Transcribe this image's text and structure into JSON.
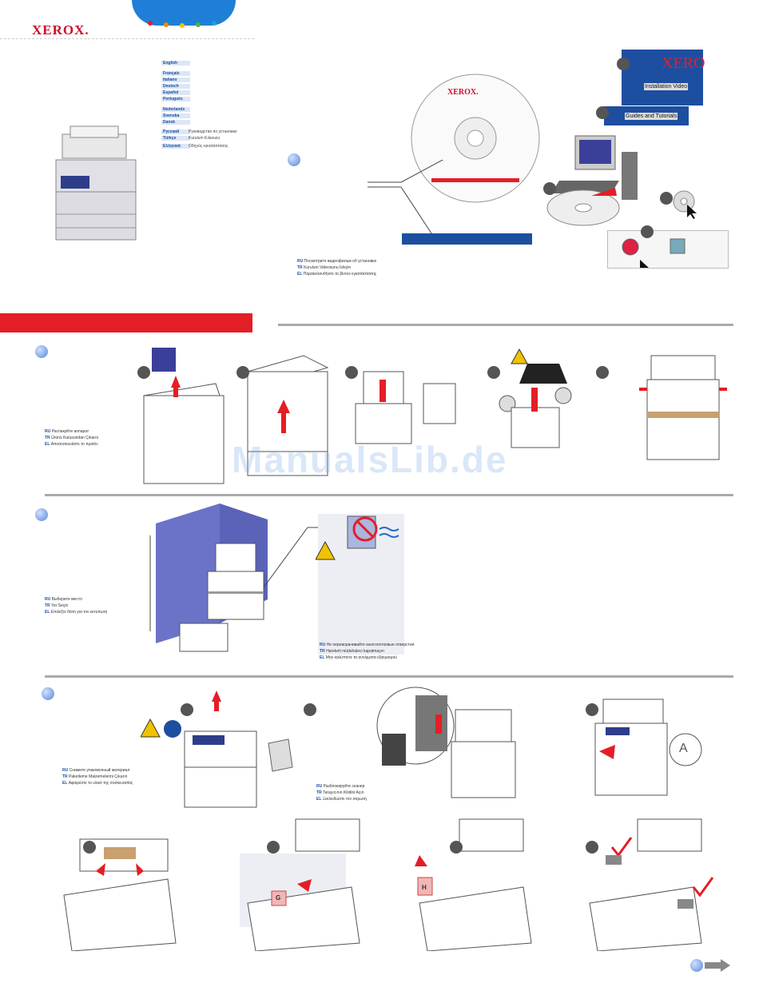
{
  "brand": {
    "logo": "XEROX.",
    "disc_logo": "XEROX.",
    "video_brand": "XERO"
  },
  "colors": {
    "accent_red": "#e41e26",
    "accent_blue": "#1f7fd6",
    "bar_blue": "#1e4ea0",
    "callout_bg": "#eceef4"
  },
  "languages": [
    {
      "name": "English",
      "text": ""
    },
    {
      "name": "Français",
      "text": ""
    },
    {
      "name": "Italiano",
      "text": ""
    },
    {
      "name": "Deutsch",
      "text": ""
    },
    {
      "name": "Español",
      "text": ""
    },
    {
      "name": "Português",
      "text": ""
    },
    {
      "name": "Nederlands",
      "text": ""
    },
    {
      "name": "Svenska",
      "text": ""
    },
    {
      "name": "Dansk",
      "text": ""
    },
    {
      "name": "Русский",
      "text": "Руководство по установке"
    },
    {
      "name": "Türkçe",
      "text": "Kurulum Kılavuzu"
    },
    {
      "name": "Ελληνικά",
      "text": "Οδηγός εγκατάστασης"
    }
  ],
  "video_section": {
    "lines": [
      "Посмотрите видеофильм об установке",
      "Kurulum Videosunu İzleyin",
      "Παρακολουθήστε το βίντεο εγκατάστασης"
    ],
    "codes": [
      "RU",
      "TR",
      "EL"
    ],
    "installation_video": "Installation Video",
    "guides_tutorials": "Guides and Tutorials"
  },
  "unpack": {
    "lines": [
      "Распакуйте аппарат",
      "Ürünü Kutusundan Çıkarın",
      "Αποσυσκευάστε το προϊόν"
    ],
    "codes": [
      "RU",
      "TR",
      "EL"
    ]
  },
  "location": {
    "lines": [
      "Выберите место",
      "Yer Seçin",
      "Επιλέξτε θέση για τον εκτυπωτή"
    ],
    "codes": [
      "RU",
      "TR",
      "EL"
    ]
  },
  "warning": {
    "lines": [
      "Не переворачивайте многолотковые отверстия",
      "Hareketi müdahaleci kapatmayın",
      "Μην καλύπτετε τα ανοίγματα εξαερισμού"
    ],
    "codes": [
      "RU",
      "TR",
      "EL"
    ]
  },
  "remove_material": {
    "lines": [
      "Снимите упаковочный материал",
      "Paketleme Malzemelerini Çıkarın",
      "Αφαιρέστε το υλικό της συσκευασίας"
    ],
    "codes": [
      "RU",
      "TR",
      "EL"
    ]
  },
  "unlock_scanner": {
    "lines": [
      "Разблокируйте сканер",
      "Tarayıcının Kilidini Açın",
      "Ξεκλειδώστε τον σαρωτή"
    ],
    "codes": [
      "RU",
      "TR",
      "EL"
    ]
  },
  "labels": {
    "A": "A",
    "G": "G",
    "H": "H"
  },
  "watermark": "ManualsLib.de"
}
